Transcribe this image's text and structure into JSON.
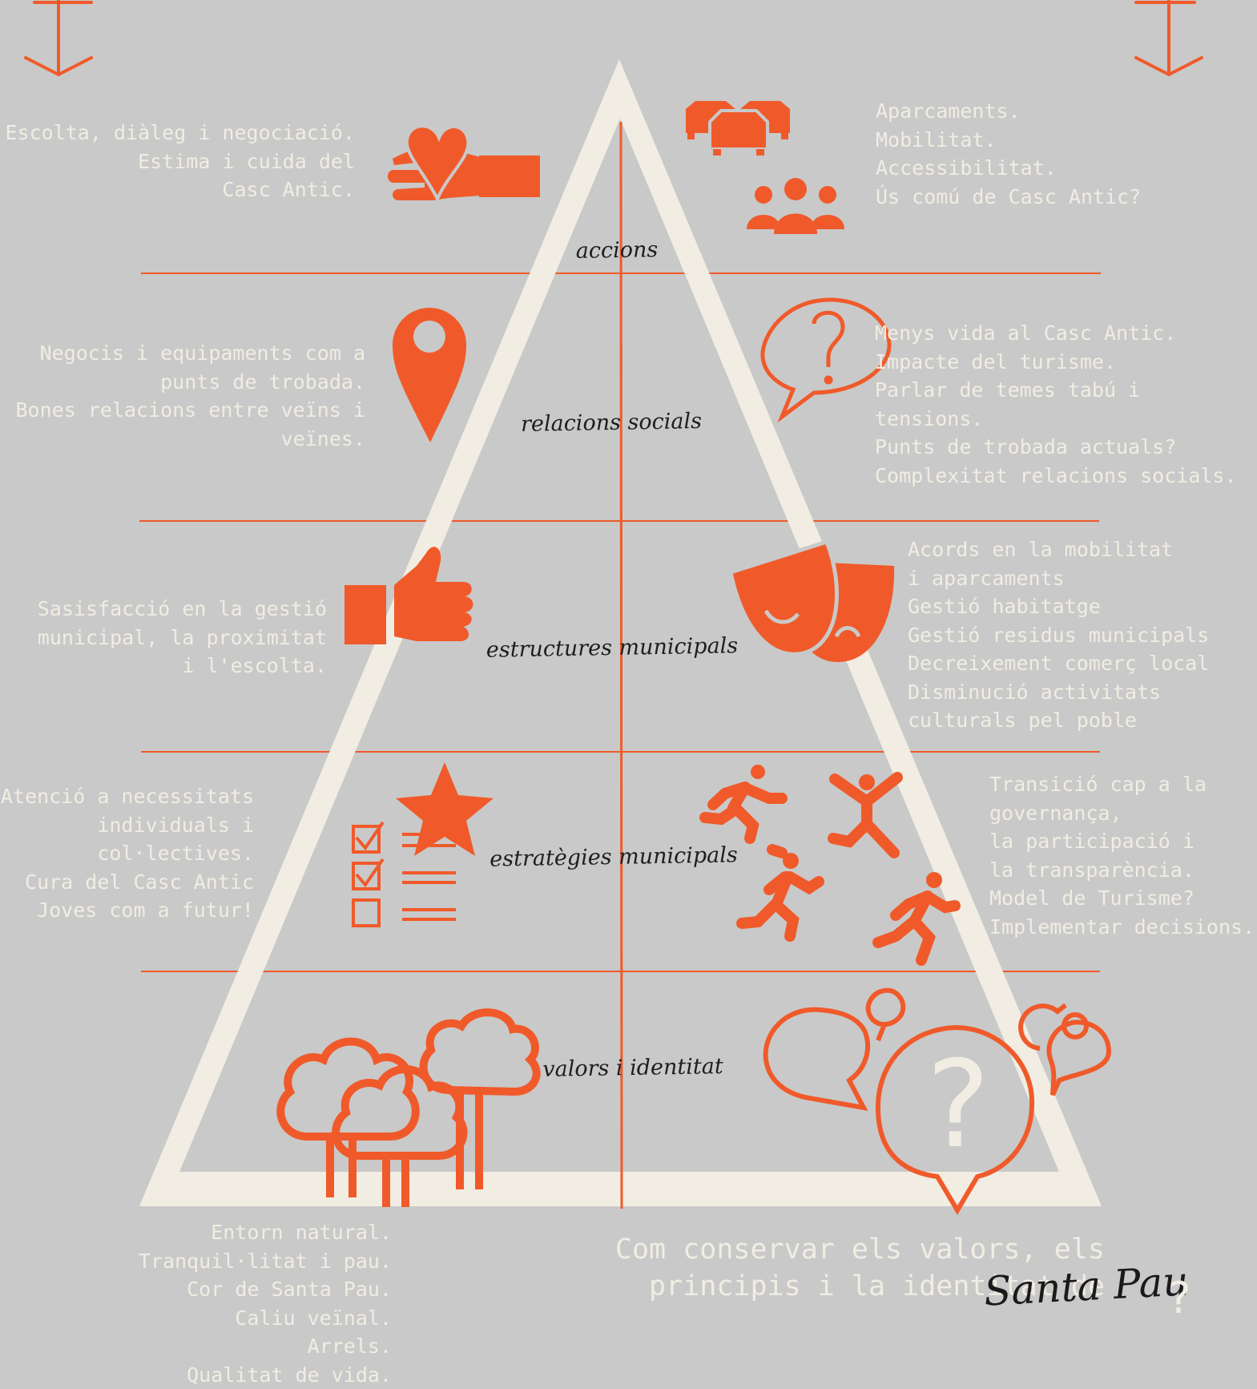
{
  "colors": {
    "background": "#c9c9c9",
    "accent": "#f05a2a",
    "cream": "#f1ede3"
  },
  "levels": {
    "accions": "accions",
    "relacions": "relacions socials",
    "estructures": "estructures municipals",
    "estrategies": "estratègies municipals",
    "valors": "valors i identitat"
  },
  "left": {
    "accions": "Escolta, diàleg i negociació.\nEstima i cuida del\nCasc Antic.",
    "relacions": "Negocis i equipaments com a\npunts de trobada.\nBones relacions entre veïns i\nveïnes.",
    "estructures": "Sasisfacció en la gestió\nmunicipal, la proximitat\ni l'escolta.",
    "estrategies": "Atenció a necessitats\nindividuals i\ncol·lectives.\nCura del Casc Antic\nJoves com a futur!",
    "valors": "Entorn natural.\nTranquil·litat i pau.\nCor de Santa Pau.\nCaliu veïnal.\nArrels.\nQualitat de vida."
  },
  "right": {
    "accions": "Aparcaments.\nMobilitat.\nAccessibilitat.\nÚs comú de Casc Antic?",
    "relacions": "Menys vida al Casc Antic.\nImpacte del turisme.\nParlar de temes tabú i\ntensions.\nPunts de trobada actuals?\nComplexitat relacions socials.",
    "estructures": "Acords en la mobilitat\ni aparcaments\nGestió habitatge\nGestió residus municipals\nDecreixement comerç local\nDisminució activitats\nculturals pel poble",
    "estrategies": "Transició cap a la\ngovernança,\nla participació i\nla transparència.\nModel de Turisme?\nImplementar decisions."
  },
  "footer": {
    "question": "Com conservar els valors, els\nprincipis i la identitat de",
    "place": "Santa Pau",
    "mark": "?"
  },
  "icons": [
    "arrow-down-icon",
    "heart-hand-icon",
    "cars-icon",
    "people-icon",
    "map-pin-icon",
    "question-bubble-icon",
    "thumbs-up-icon",
    "theater-masks-icon",
    "star-icon",
    "checklist-icon",
    "running-people-icon",
    "trees-icon",
    "speech-bubbles-icon"
  ]
}
